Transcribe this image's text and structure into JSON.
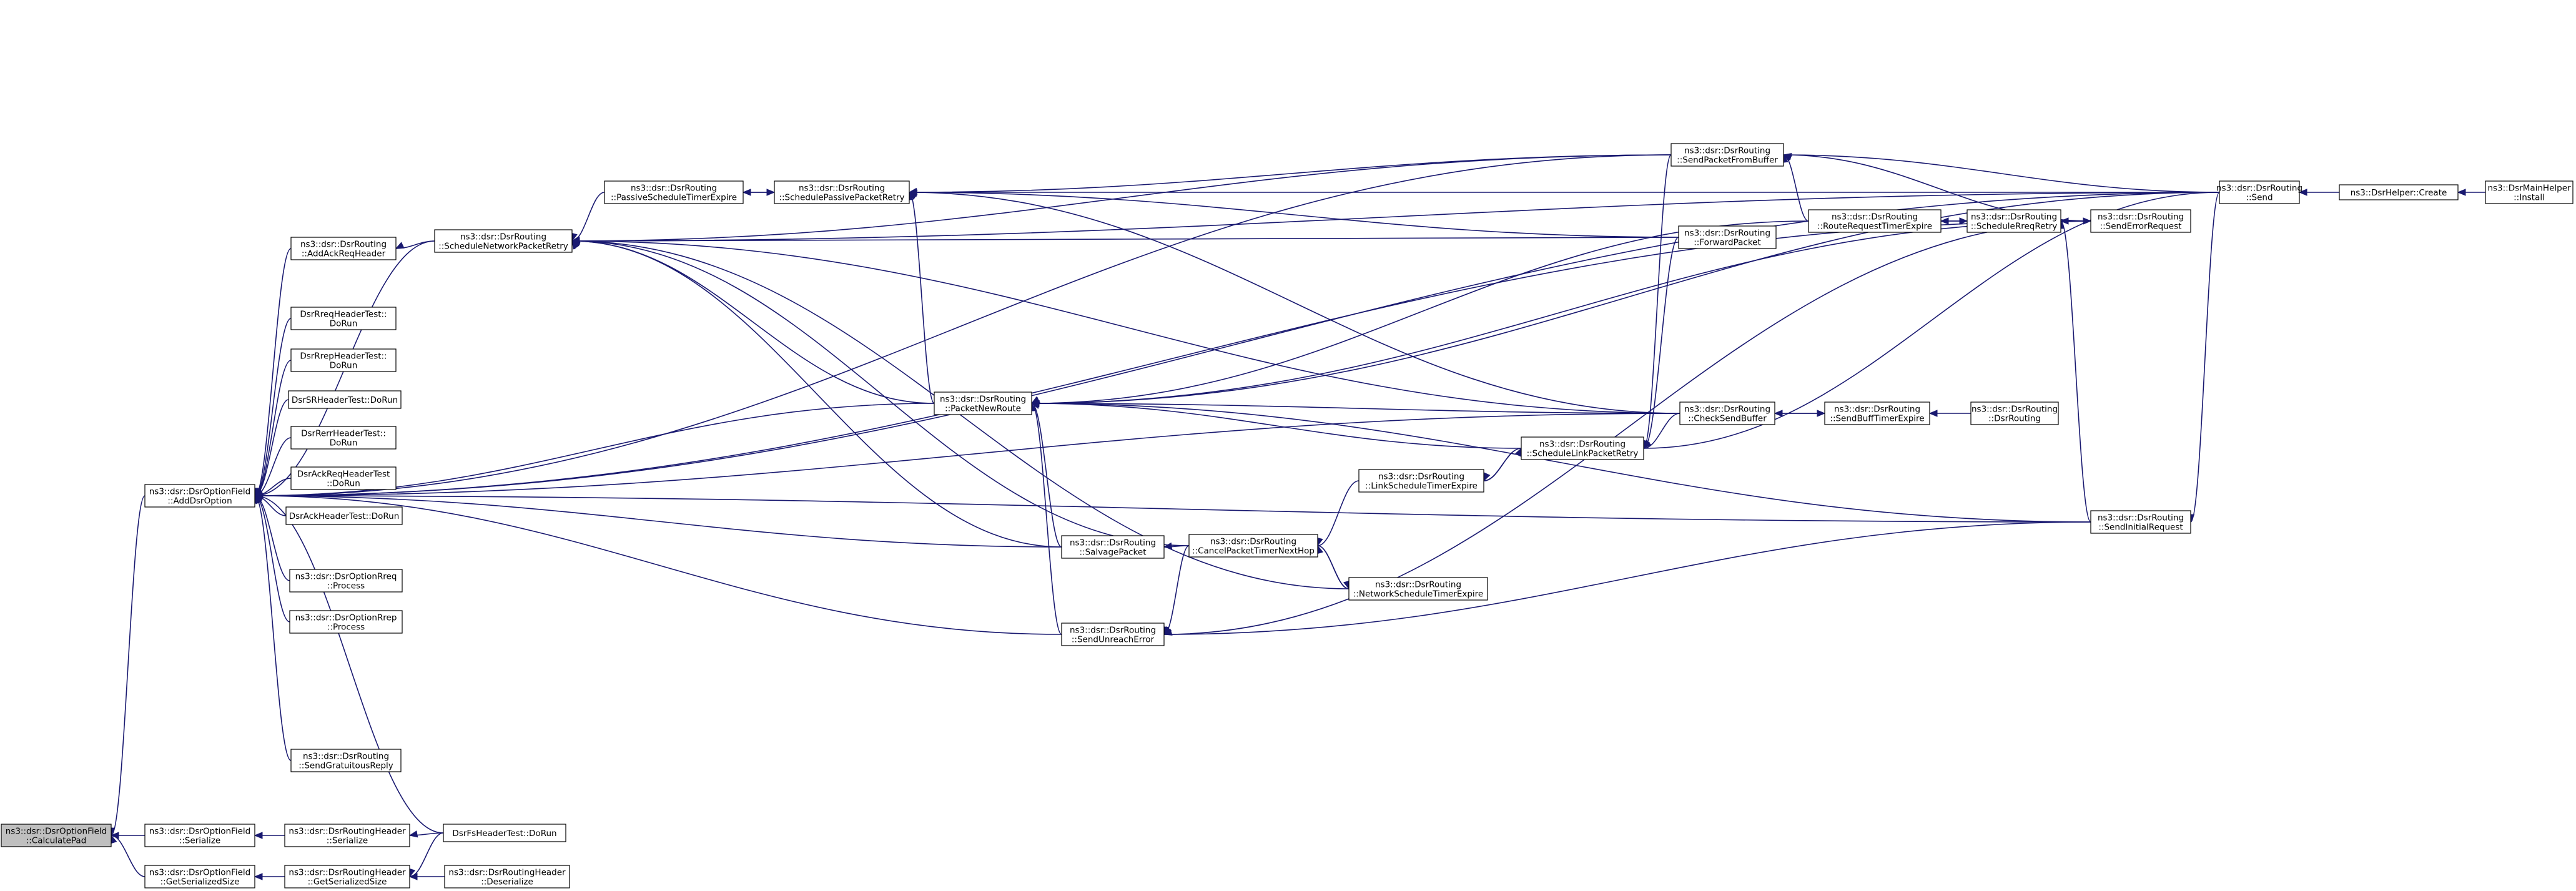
{
  "graph": {
    "edge_color": "#191970",
    "root_fill": "#bfbfbf",
    "node_fill": "#ffffff",
    "nodes": [
      {
        "id": "root",
        "lines": [
          "ns3::dsr::DsrOptionField",
          "::CalculatePad"
        ],
        "root": true
      },
      {
        "id": "addDsrOption",
        "lines": [
          "ns3::dsr::DsrOptionField",
          "::AddDsrOption"
        ]
      },
      {
        "id": "ofSerialize",
        "lines": [
          "ns3::dsr::DsrOptionField",
          "::Serialize"
        ]
      },
      {
        "id": "ofGetSerializedSize",
        "lines": [
          "ns3::dsr::DsrOptionField",
          "::GetSerializedSize"
        ]
      },
      {
        "id": "rhSerialize",
        "lines": [
          "ns3::dsr::DsrRoutingHeader",
          "::Serialize"
        ]
      },
      {
        "id": "rhGetSerializedSize",
        "lines": [
          "ns3::dsr::DsrRoutingHeader",
          "::GetSerializedSize"
        ]
      },
      {
        "id": "rhDeserialize",
        "lines": [
          "ns3::dsr::DsrRoutingHeader",
          "::Deserialize"
        ]
      },
      {
        "id": "fsTest",
        "lines": [
          "DsrFsHeaderTest::DoRun"
        ]
      },
      {
        "id": "addAckReq",
        "lines": [
          "ns3::dsr::DsrRouting",
          "::AddAckReqHeader"
        ]
      },
      {
        "id": "rreqTest1",
        "lines": [
          "DsrRreqHeaderTest::",
          "DoRun"
        ]
      },
      {
        "id": "rrepTest",
        "lines": [
          "DsrRrepHeaderTest::",
          "DoRun"
        ]
      },
      {
        "id": "srTest",
        "lines": [
          "DsrSRHeaderTest::DoRun"
        ]
      },
      {
        "id": "rerrTest",
        "lines": [
          "DsrRerrHeaderTest::",
          "DoRun"
        ]
      },
      {
        "id": "ackReqTest",
        "lines": [
          "DsrAckReqHeaderTest",
          "::DoRun"
        ]
      },
      {
        "id": "ackTest",
        "lines": [
          "DsrAckHeaderTest::DoRun"
        ]
      },
      {
        "id": "optRreq",
        "lines": [
          "ns3::dsr::DsrOptionRreq",
          "::Process"
        ]
      },
      {
        "id": "optRrep",
        "lines": [
          "ns3::dsr::DsrOptionRrep",
          "::Process"
        ]
      },
      {
        "id": "gratuitous",
        "lines": [
          "ns3::dsr::DsrRouting",
          "::SendGratuitousReply"
        ]
      },
      {
        "id": "schedNetRetry",
        "lines": [
          "ns3::dsr::DsrRouting",
          "::ScheduleNetworkPacketRetry"
        ]
      },
      {
        "id": "passiveExpire",
        "lines": [
          "ns3::dsr::DsrRouting",
          "::PassiveScheduleTimerExpire"
        ]
      },
      {
        "id": "schedPassive",
        "lines": [
          "ns3::dsr::DsrRouting",
          "::SchedulePassivePacketRetry"
        ]
      },
      {
        "id": "packetNewRoute",
        "lines": [
          "ns3::dsr::DsrRouting",
          "::PacketNewRoute"
        ]
      },
      {
        "id": "salvage",
        "lines": [
          "ns3::dsr::DsrRouting",
          "::SalvagePacket"
        ]
      },
      {
        "id": "sendUnreach",
        "lines": [
          "ns3::dsr::DsrRouting",
          "::SendUnreachError"
        ]
      },
      {
        "id": "cancelNextHop",
        "lines": [
          "ns3::dsr::DsrRouting",
          "::CancelPacketTimerNextHop"
        ]
      },
      {
        "id": "netSchedExpire",
        "lines": [
          "ns3::dsr::DsrRouting",
          "::NetworkScheduleTimerExpire"
        ]
      },
      {
        "id": "linkSchedExpire",
        "lines": [
          "ns3::dsr::DsrRouting",
          "::LinkScheduleTimerExpire"
        ]
      },
      {
        "id": "schedLink",
        "lines": [
          "ns3::dsr::DsrRouting",
          "::ScheduleLinkPacketRetry"
        ]
      },
      {
        "id": "sendFromBuffer",
        "lines": [
          "ns3::dsr::DsrRouting",
          "::SendPacketFromBuffer"
        ]
      },
      {
        "id": "forward",
        "lines": [
          "ns3::dsr::DsrRouting",
          "::ForwardPacket"
        ]
      },
      {
        "id": "checkSend",
        "lines": [
          "ns3::dsr::DsrRouting",
          "::CheckSendBuffer"
        ]
      },
      {
        "id": "rreqTimerExpire",
        "lines": [
          "ns3::dsr::DsrRouting",
          "::RouteRequestTimerExpire"
        ]
      },
      {
        "id": "sendBuffTimer",
        "lines": [
          "ns3::dsr::DsrRouting",
          "::SendBuffTimerExpire"
        ]
      },
      {
        "id": "schedRreq",
        "lines": [
          "ns3::dsr::DsrRouting",
          "::ScheduleRreqRetry"
        ]
      },
      {
        "id": "dsrRouting",
        "lines": [
          "ns3::dsr::DsrRouting",
          "::DsrRouting"
        ]
      },
      {
        "id": "sendErrorReq",
        "lines": [
          "ns3::dsr::DsrRouting",
          "::SendErrorRequest"
        ]
      },
      {
        "id": "sendInitial",
        "lines": [
          "ns3::dsr::DsrRouting",
          "::SendInitialRequest"
        ]
      },
      {
        "id": "send",
        "lines": [
          "ns3::dsr::DsrRouting",
          "::Send"
        ]
      },
      {
        "id": "helperCreate",
        "lines": [
          "ns3::DsrHelper::Create"
        ]
      },
      {
        "id": "mainInstall",
        "lines": [
          "ns3::DsrMainHelper",
          "::Install"
        ]
      }
    ],
    "edges": [
      {
        "from": "root",
        "to": "addDsrOption"
      },
      {
        "from": "root",
        "to": "ofSerialize"
      },
      {
        "from": "root",
        "to": "ofGetSerializedSize"
      },
      {
        "from": "ofSerialize",
        "to": "rhSerialize"
      },
      {
        "from": "ofGetSerializedSize",
        "to": "rhGetSerializedSize"
      },
      {
        "from": "rhSerialize",
        "to": "fsTest"
      },
      {
        "from": "rhGetSerializedSize",
        "to": "fsTest"
      },
      {
        "from": "rhGetSerializedSize",
        "to": "rhDeserialize"
      },
      {
        "from": "addDsrOption",
        "to": "addAckReq"
      },
      {
        "from": "addDsrOption",
        "to": "rreqTest1"
      },
      {
        "from": "addDsrOption",
        "to": "rrepTest"
      },
      {
        "from": "addDsrOption",
        "to": "srTest"
      },
      {
        "from": "addDsrOption",
        "to": "rerrTest"
      },
      {
        "from": "addDsrOption",
        "to": "ackReqTest"
      },
      {
        "from": "addDsrOption",
        "to": "ackTest"
      },
      {
        "from": "addDsrOption",
        "to": "optRreq"
      },
      {
        "from": "addDsrOption",
        "to": "optRrep"
      },
      {
        "from": "addDsrOption",
        "to": "gratuitous"
      },
      {
        "from": "addDsrOption",
        "to": "fsTest"
      },
      {
        "from": "addDsrOption",
        "to": "schedNetRetry"
      },
      {
        "from": "addDsrOption",
        "to": "packetNewRoute"
      },
      {
        "from": "addDsrOption",
        "to": "salvage"
      },
      {
        "from": "addDsrOption",
        "to": "sendUnreach"
      },
      {
        "from": "addDsrOption",
        "to": "sendFromBuffer"
      },
      {
        "from": "addDsrOption",
        "to": "checkSend"
      },
      {
        "from": "addDsrOption",
        "to": "sendErrorReq"
      },
      {
        "from": "addDsrOption",
        "to": "sendInitial"
      },
      {
        "from": "addDsrOption",
        "to": "send"
      },
      {
        "from": "addAckReq",
        "to": "schedNetRetry"
      },
      {
        "from": "schedNetRetry",
        "to": "passiveExpire"
      },
      {
        "from": "schedNetRetry",
        "to": "packetNewRoute"
      },
      {
        "from": "schedNetRetry",
        "to": "forward"
      },
      {
        "from": "schedNetRetry",
        "to": "sendFromBuffer"
      },
      {
        "from": "schedNetRetry",
        "to": "checkSend"
      },
      {
        "from": "schedNetRetry",
        "to": "salvage"
      },
      {
        "from": "schedNetRetry",
        "to": "cancelNextHop"
      },
      {
        "from": "schedNetRetry",
        "to": "netSchedExpire"
      },
      {
        "from": "schedNetRetry",
        "to": "send"
      },
      {
        "from": "passiveExpire",
        "to": "schedPassive"
      },
      {
        "from": "schedPassive",
        "to": "passiveExpire"
      },
      {
        "from": "schedPassive",
        "to": "packetNewRoute"
      },
      {
        "from": "schedPassive",
        "to": "sendFromBuffer"
      },
      {
        "from": "schedPassive",
        "to": "forward"
      },
      {
        "from": "schedPassive",
        "to": "checkSend"
      },
      {
        "from": "schedPassive",
        "to": "send"
      },
      {
        "from": "packetNewRoute",
        "to": "salvage"
      },
      {
        "from": "packetNewRoute",
        "to": "sendUnreach"
      },
      {
        "from": "packetNewRoute",
        "to": "schedLink"
      },
      {
        "from": "packetNewRoute",
        "to": "checkSend"
      },
      {
        "from": "packetNewRoute",
        "to": "rreqTimerExpire"
      },
      {
        "from": "packetNewRoute",
        "to": "sendErrorReq"
      },
      {
        "from": "packetNewRoute",
        "to": "sendInitial"
      },
      {
        "from": "packetNewRoute",
        "to": "send"
      },
      {
        "from": "salvage",
        "to": "cancelNextHop"
      },
      {
        "from": "sendUnreach",
        "to": "cancelNextHop"
      },
      {
        "from": "sendUnreach",
        "to": "sendErrorReq"
      },
      {
        "from": "sendUnreach",
        "to": "sendInitial"
      },
      {
        "from": "cancelNextHop",
        "to": "netSchedExpire"
      },
      {
        "from": "cancelNextHop",
        "to": "linkSchedExpire"
      },
      {
        "from": "netSchedExpire",
        "to": "cancelNextHop"
      },
      {
        "from": "linkSchedExpire",
        "to": "schedLink"
      },
      {
        "from": "schedLink",
        "to": "linkSchedExpire"
      },
      {
        "from": "schedLink",
        "to": "sendFromBuffer"
      },
      {
        "from": "schedLink",
        "to": "forward"
      },
      {
        "from": "schedLink",
        "to": "checkSend"
      },
      {
        "from": "schedLink",
        "to": "send"
      },
      {
        "from": "checkSend",
        "to": "sendBuffTimer"
      },
      {
        "from": "sendBuffTimer",
        "to": "checkSend"
      },
      {
        "from": "sendBuffTimer",
        "to": "dsrRouting"
      },
      {
        "from": "sendFromBuffer",
        "to": "rreqTimerExpire"
      },
      {
        "from": "sendFromBuffer",
        "to": "sendErrorReq"
      },
      {
        "from": "sendFromBuffer",
        "to": "send"
      },
      {
        "from": "rreqTimerExpire",
        "to": "schedRreq"
      },
      {
        "from": "schedRreq",
        "to": "rreqTimerExpire"
      },
      {
        "from": "schedRreq",
        "to": "sendErrorReq"
      },
      {
        "from": "schedRreq",
        "to": "sendInitial"
      },
      {
        "from": "sendErrorReq",
        "to": "schedRreq"
      },
      {
        "from": "sendInitial",
        "to": "send"
      },
      {
        "from": "send",
        "to": "helperCreate"
      },
      {
        "from": "helperCreate",
        "to": "mainInstall"
      }
    ]
  }
}
